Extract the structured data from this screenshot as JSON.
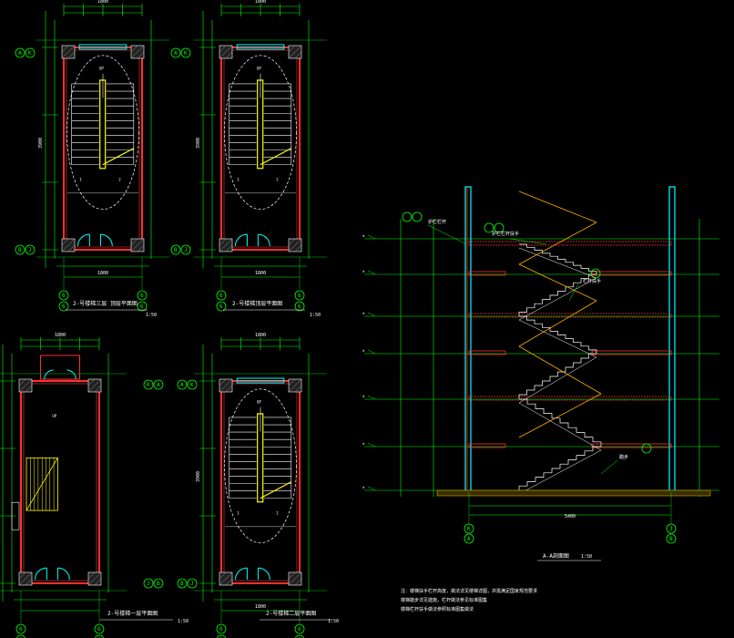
{
  "plans": [
    {
      "id": "plan1",
      "title": "2-号楼梯三层 顶层平面图",
      "scale": "1:50",
      "dims_top": "1800",
      "dims_bottom": "1800",
      "grid_left_top": "A",
      "grid_left_top2": "K",
      "grid_left_bot": "B",
      "grid_left_bot2": "J",
      "grid_bottom_left": "6",
      "grid_bottom_right": "6"
    },
    {
      "id": "plan2",
      "title": "2-号楼梯顶层平面图",
      "scale": "1:50",
      "dims_top": "1800",
      "dims_bottom": "1800",
      "grid_left_top": "A",
      "grid_left_top2": "K",
      "grid_left_bot": "B",
      "grid_left_bot2": "J",
      "grid_bottom_left": "6",
      "grid_bottom_right": "6"
    },
    {
      "id": "plan3",
      "title": "2-号楼梯一层平面图",
      "scale": "1:50",
      "dims_top": "1800",
      "dims_bottom": "",
      "grid_left_top": "K",
      "grid_left_top2": "A",
      "grid_left_bot": "J",
      "grid_left_bot2": "B",
      "grid_bottom_left": "6",
      "grid_bottom_right": "6"
    },
    {
      "id": "plan4",
      "title": "2-号楼梯二层平面图",
      "scale": "1:50",
      "dims_top": "1800",
      "dims_bottom": "1800",
      "grid_left_top": "A",
      "grid_left_top2": "K",
      "grid_left_bot": "B",
      "grid_left_bot2": "J",
      "grid_bottom_left": "6",
      "grid_bottom_right": "6"
    }
  ],
  "section": {
    "title": "A-A剖面图",
    "scale": "1:50",
    "callouts": [
      "护栏栏杆",
      "护栏栏杆扶手",
      "栏杆扶手",
      "踏步"
    ],
    "grid_bottom": [
      "K",
      "A",
      "J",
      "B"
    ],
    "span_dim": "5400"
  },
  "notes": [
    "注：楼梯扶手栏杆高度，做法详见楼梯详图，并需满足国家规范要求",
    "楼梯踏步详见建施，栏杆做法参见标准图集",
    "楼梯栏杆扶手做法参照标准图集做法"
  ],
  "colors": {
    "wall": "#ff3030",
    "grid": "#00ff00",
    "dim": "#00ff00",
    "stair": "#ffff00",
    "window": "#00ffff",
    "ellipse": "#ffffff",
    "door": "#00ffff",
    "hatch": "#ffffff"
  }
}
